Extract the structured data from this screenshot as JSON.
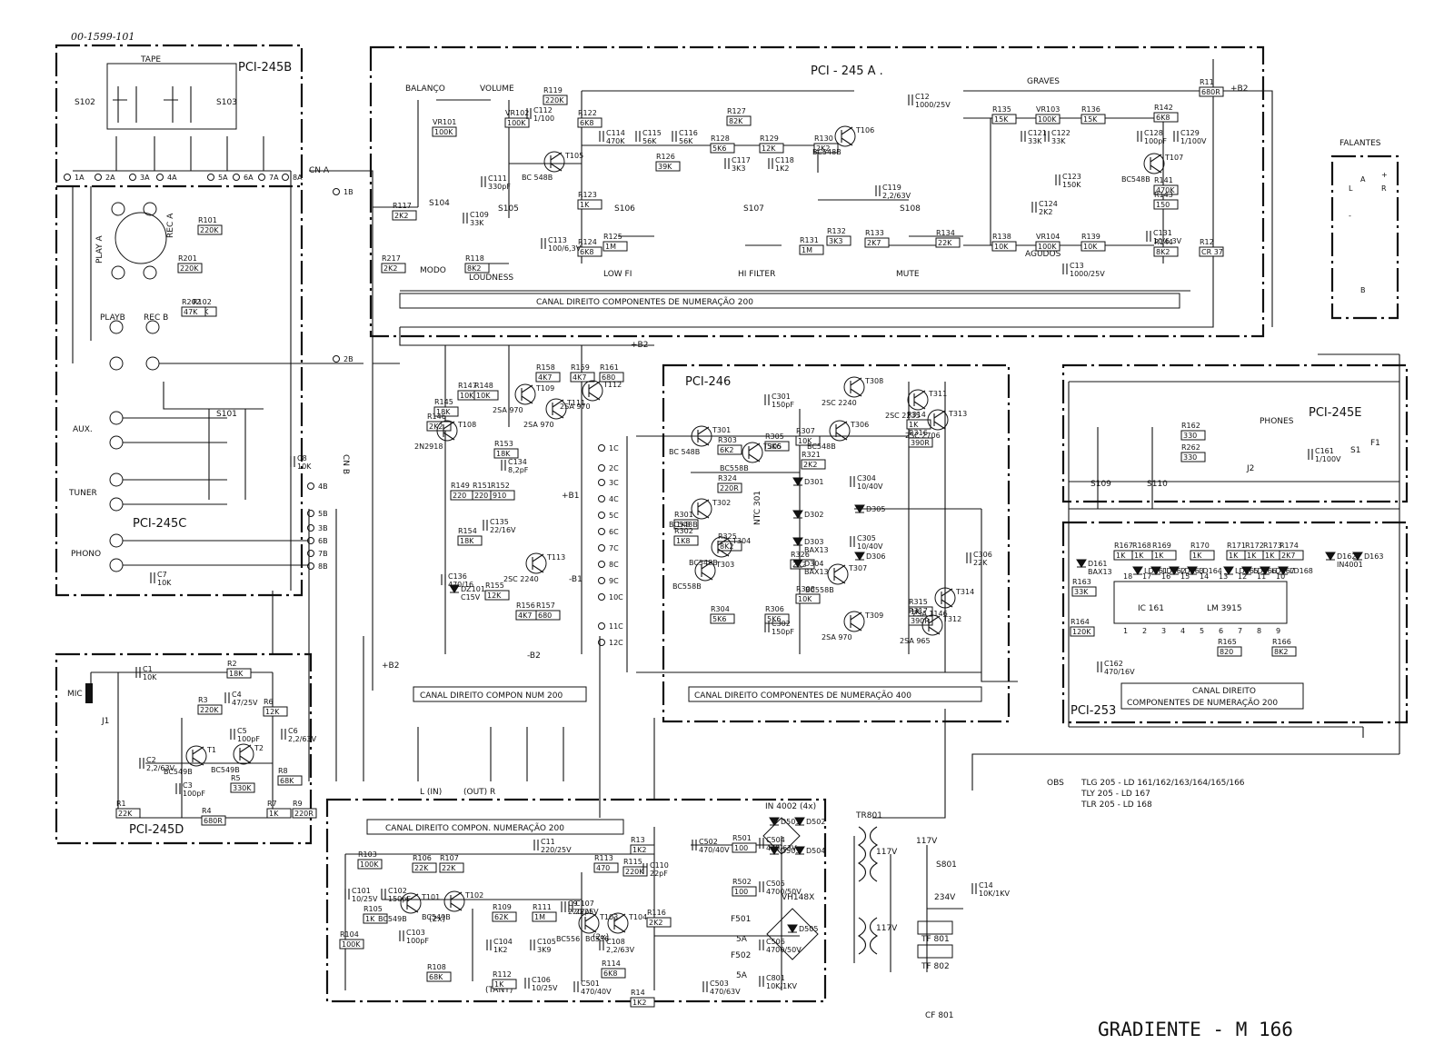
{
  "document_id": "00-1599-101",
  "title": "GRADIENTE - M 166",
  "boards": [
    {
      "key": "b",
      "name": "PCI-245B"
    },
    {
      "key": "a",
      "name": "PCI - 245 A ."
    },
    {
      "key": "c",
      "name": "PCI-245C"
    },
    {
      "key": "d",
      "name": "PCI-245D"
    },
    {
      "key": "pci246",
      "name": "PCI-246"
    },
    {
      "key": "e",
      "name": "PCI-245E"
    },
    {
      "key": "pci253",
      "name": "PCI-253"
    }
  ],
  "channel_notes": [
    "CANAL DIREITO COMPONENTES DE NUMERAÇÃO 200",
    "CANAL DIREITO COMPON NUM 200",
    "CANAL DIREITO COMPONENTES DE NUMERAÇÃO 400",
    "CANAL DIREITO COMPON. NUMERAÇÃO 200",
    "CANAL DIREITO",
    "COMPONENTES DE NUMERAÇÃO 200"
  ],
  "labels": {
    "tape": "TAPE",
    "play_a": "PLAY A",
    "rec_a": "REC A",
    "playb": "PLAYB",
    "rec_b": "REC B",
    "aux": "AUX.",
    "tuner": "TUNER",
    "phono": "PHONO",
    "mic": "MIC",
    "balanco": "BALANÇO",
    "volume": "VOLUME",
    "graves": "GRAVES",
    "agudos": "AGUDOS",
    "modo": "MODO",
    "loudness": "LOUDNESS",
    "low_fi": "LOW FI",
    "hi_filter": "HI FILTER",
    "mute": "MUTE",
    "falantes": "FALANTES",
    "phones": "PHONES",
    "cn_a": "CN A",
    "cn_b": "CN B",
    "b2": "+B2",
    "b2m": "-B2",
    "b1": "+B1",
    "b1m": "-B1",
    "l_in": "L (IN)",
    "out_r": "(OUT) R",
    "ic161": "IC 161",
    "lm3915": "LM 3915",
    "tr801": "TR801",
    "ntc301": "NTC 301",
    "v117a": "117V",
    "v117b": "117V",
    "v117c": "117V",
    "v234": "234V",
    "f501": "F501",
    "f502": "F502",
    "f501_v": "5A",
    "f502_v": "5A",
    "tf801": "TF 801",
    "tf802": "TF 802",
    "cf801": "CF 801",
    "s801": "S801",
    "vh148x": "VH148X",
    "d501": "IN 4002 (4x)",
    "tante": "(TANT)",
    "q_2x": "(2x)",
    "q_2x_b": "(2x)"
  },
  "obs": {
    "heading": "OBS",
    "lines": [
      "TLG 205 - LD 161/162/163/164/165/166",
      "TLY 205 - LD 167",
      "TLR 205 - LD 168"
    ]
  },
  "components": [
    {
      "ref": "R117",
      "value": "2K2"
    },
    {
      "ref": "R217",
      "value": "2K2"
    },
    {
      "ref": "R118",
      "value": "8K2"
    },
    {
      "ref": "R119",
      "value": "220K"
    },
    {
      "ref": "R122",
      "value": "6K8"
    },
    {
      "ref": "R123",
      "value": "1K"
    },
    {
      "ref": "R124",
      "value": "6K8"
    },
    {
      "ref": "R125",
      "value": "1M"
    },
    {
      "ref": "R126",
      "value": "39K"
    },
    {
      "ref": "R127",
      "value": "82K"
    },
    {
      "ref": "R128",
      "value": "5K6"
    },
    {
      "ref": "R129",
      "value": "12K"
    },
    {
      "ref": "R130",
      "value": "2K2"
    },
    {
      "ref": "R131",
      "value": "1M"
    },
    {
      "ref": "R132",
      "value": "3K3"
    },
    {
      "ref": "R133",
      "value": "2K7"
    },
    {
      "ref": "R134",
      "value": "22K"
    },
    {
      "ref": "R135",
      "value": "15K"
    },
    {
      "ref": "R136",
      "value": "15K"
    },
    {
      "ref": "R138",
      "value": "10K"
    },
    {
      "ref": "R139",
      "value": "10K"
    },
    {
      "ref": "R141",
      "value": "470K"
    },
    {
      "ref": "R142",
      "value": "6K8"
    },
    {
      "ref": "R143",
      "value": "150"
    },
    {
      "ref": "R144",
      "value": "8K2"
    },
    {
      "ref": "R11",
      "value": "680R"
    },
    {
      "ref": "R12",
      "value": "CR 37"
    },
    {
      "ref": "VR101",
      "value": "100K"
    },
    {
      "ref": "VR102",
      "value": "100K"
    },
    {
      "ref": "VR103",
      "value": "100K"
    },
    {
      "ref": "VR104",
      "value": "100K"
    },
    {
      "ref": "R101",
      "value": "220K"
    },
    {
      "ref": "R102",
      "value": "47K"
    },
    {
      "ref": "R201",
      "value": "220K"
    },
    {
      "ref": "R202",
      "value": "47K"
    },
    {
      "ref": "R145",
      "value": "18K"
    },
    {
      "ref": "R146",
      "value": "2K2"
    },
    {
      "ref": "R147",
      "value": "10K"
    },
    {
      "ref": "R148",
      "value": "10K"
    },
    {
      "ref": "R149",
      "value": "220"
    },
    {
      "ref": "R151",
      "value": "220"
    },
    {
      "ref": "R152",
      "value": "910"
    },
    {
      "ref": "R153",
      "value": "18K"
    },
    {
      "ref": "R154",
      "value": "18K"
    },
    {
      "ref": "R155",
      "value": "12K"
    },
    {
      "ref": "R156",
      "value": "4K7"
    },
    {
      "ref": "R157",
      "value": "680"
    },
    {
      "ref": "R158",
      "value": "4K7"
    },
    {
      "ref": "R159",
      "value": "4K7"
    },
    {
      "ref": "R161",
      "value": "680"
    },
    {
      "ref": "R301",
      "value": "1K8"
    },
    {
      "ref": "R302",
      "value": "1K8"
    },
    {
      "ref": "R303",
      "value": "6K2"
    },
    {
      "ref": "R304",
      "value": "5K6"
    },
    {
      "ref": "R305",
      "value": "5K6"
    },
    {
      "ref": "R306",
      "value": "5K6"
    },
    {
      "ref": "R307",
      "value": "10K"
    },
    {
      "ref": "R308",
      "value": "10K"
    },
    {
      "ref": "R314",
      "value": "1K"
    },
    {
      "ref": "R315",
      "value": "1K"
    },
    {
      "ref": "R316",
      "value": "390R"
    },
    {
      "ref": "R317",
      "value": "390R"
    },
    {
      "ref": "R321",
      "value": "2K2"
    },
    {
      "ref": "R324",
      "value": "220R"
    },
    {
      "ref": "R325",
      "value": "8K2"
    },
    {
      "ref": "R326",
      "value": "2K2"
    },
    {
      "ref": "R2",
      "value": "18K"
    },
    {
      "ref": "R3",
      "value": "220K"
    },
    {
      "ref": "R4",
      "value": "680R"
    },
    {
      "ref": "R5",
      "value": "330K"
    },
    {
      "ref": "R6",
      "value": "12K"
    },
    {
      "ref": "R7",
      "value": "1K"
    },
    {
      "ref": "R8",
      "value": "68K"
    },
    {
      "ref": "R9",
      "value": "220R"
    },
    {
      "ref": "R1",
      "value": "22K"
    },
    {
      "ref": "R103",
      "value": "100K"
    },
    {
      "ref": "R104",
      "value": "100K"
    },
    {
      "ref": "R105",
      "value": "1K"
    },
    {
      "ref": "R106",
      "value": "22K"
    },
    {
      "ref": "R107",
      "value": "22K"
    },
    {
      "ref": "R108",
      "value": "68K"
    },
    {
      "ref": "R109",
      "value": "62K"
    },
    {
      "ref": "R111",
      "value": "1M"
    },
    {
      "ref": "R112",
      "value": "1K"
    },
    {
      "ref": "R113",
      "value": "470"
    },
    {
      "ref": "R114",
      "value": "6K8"
    },
    {
      "ref": "R115",
      "value": "220K"
    },
    {
      "ref": "R116",
      "value": "2K2"
    },
    {
      "ref": "R13",
      "value": "1K2"
    },
    {
      "ref": "R14",
      "value": "1K2"
    },
    {
      "ref": "R501",
      "value": "100"
    },
    {
      "ref": "R502",
      "value": "100"
    },
    {
      "ref": "R162",
      "value": "330"
    },
    {
      "ref": "R262",
      "value": "330"
    },
    {
      "ref": "R163",
      "value": "33K"
    },
    {
      "ref": "R164",
      "value": "120K"
    },
    {
      "ref": "R165",
      "value": "820"
    },
    {
      "ref": "R166",
      "value": "8K2"
    },
    {
      "ref": "R167",
      "value": "1K"
    },
    {
      "ref": "R168",
      "value": "1K"
    },
    {
      "ref": "R169",
      "value": "1K"
    },
    {
      "ref": "R170",
      "value": "1K"
    },
    {
      "ref": "R171",
      "value": "1K"
    },
    {
      "ref": "R172",
      "value": "1K"
    },
    {
      "ref": "R173",
      "value": "1K"
    },
    {
      "ref": "R174",
      "value": "2K7"
    }
  ],
  "transistors": [
    {
      "ref": "T105",
      "type": "BC 548B"
    },
    {
      "ref": "T106",
      "type": "BC548B"
    },
    {
      "ref": "T107",
      "type": "BC548B"
    },
    {
      "ref": "T108",
      "type": "2N2918"
    },
    {
      "ref": "T109",
      "type": "2SA 970"
    },
    {
      "ref": "T111",
      "type": "2SA 970"
    },
    {
      "ref": "T112",
      "type": "2SA 970"
    },
    {
      "ref": "T113",
      "type": "2SC 2240"
    },
    {
      "ref": "T301",
      "type": "BC 548B"
    },
    {
      "ref": "T302",
      "type": "BC548B"
    },
    {
      "ref": "T303",
      "type": "BC558B"
    },
    {
      "ref": "T304",
      "type": "BC548B"
    },
    {
      "ref": "T305",
      "type": "BC558B"
    },
    {
      "ref": "T306",
      "type": "BC548B"
    },
    {
      "ref": "T307",
      "type": "BC558B"
    },
    {
      "ref": "T308",
      "type": "2SC 2240"
    },
    {
      "ref": "T309",
      "type": "2SA 970"
    },
    {
      "ref": "T311",
      "type": "2SC 2235"
    },
    {
      "ref": "T312",
      "type": "2SA 965"
    },
    {
      "ref": "T313",
      "type": "2SC 2706"
    },
    {
      "ref": "T314",
      "type": "2SA 1146"
    },
    {
      "ref": "T1",
      "type": "BC549B"
    },
    {
      "ref": "T2",
      "type": "BC549B"
    },
    {
      "ref": "T101",
      "type": "BC549B"
    },
    {
      "ref": "T102",
      "type": "BC549B"
    },
    {
      "ref": "T103",
      "type": "BC556"
    },
    {
      "ref": "T104",
      "type": "BC556"
    }
  ],
  "capacitors": [
    {
      "ref": "C112",
      "value": "1/100"
    },
    {
      "ref": "C111",
      "value": "330pF"
    },
    {
      "ref": "C113",
      "value": "100/6,3V"
    },
    {
      "ref": "C109",
      "value": "33K"
    },
    {
      "ref": "C114",
      "value": "470K"
    },
    {
      "ref": "C115",
      "value": "56K"
    },
    {
      "ref": "C116",
      "value": "56K"
    },
    {
      "ref": "C117",
      "value": "3K3"
    },
    {
      "ref": "C118",
      "value": "1K2"
    },
    {
      "ref": "C119",
      "value": "2,2/63V"
    },
    {
      "ref": "C12",
      "value": "1000/25V"
    },
    {
      "ref": "C13",
      "value": "1000/25V"
    },
    {
      "ref": "C121",
      "value": "33K"
    },
    {
      "ref": "C122",
      "value": "33K"
    },
    {
      "ref": "C123",
      "value": "150K"
    },
    {
      "ref": "C124",
      "value": "2K2"
    },
    {
      "ref": "C128",
      "value": "100pF"
    },
    {
      "ref": "C129",
      "value": "1/100V"
    },
    {
      "ref": "C131",
      "value": "10/6,3V"
    },
    {
      "ref": "C134",
      "value": "8,2pF"
    },
    {
      "ref": "C135",
      "value": "22/16V"
    },
    {
      "ref": "C136",
      "value": "470/16"
    },
    {
      "ref": "C301",
      "value": "150pF"
    },
    {
      "ref": "C302",
      "value": "150pF"
    },
    {
      "ref": "C304",
      "value": "10/40V"
    },
    {
      "ref": "C305",
      "value": "10/40V"
    },
    {
      "ref": "C306",
      "value": "22K"
    },
    {
      "ref": "C8",
      "value": "10K"
    },
    {
      "ref": "C7",
      "value": "10K"
    },
    {
      "ref": "C1",
      "value": "10K"
    },
    {
      "ref": "C2",
      "value": "2,2/63V"
    },
    {
      "ref": "C3",
      "value": "100pF"
    },
    {
      "ref": "C4",
      "value": "47/25V"
    },
    {
      "ref": "C5",
      "value": "100pF"
    },
    {
      "ref": "C6",
      "value": "2,2/63V"
    },
    {
      "ref": "C101",
      "value": "10/25V"
    },
    {
      "ref": "C102",
      "value": "150pF"
    },
    {
      "ref": "C103",
      "value": "100pF"
    },
    {
      "ref": "C104",
      "value": "1K2"
    },
    {
      "ref": "C105",
      "value": "3K9"
    },
    {
      "ref": "C106",
      "value": "10/25V"
    },
    {
      "ref": "C107",
      "value": "22pF"
    },
    {
      "ref": "C108",
      "value": "2,2/63V"
    },
    {
      "ref": "C110",
      "value": "22pF"
    },
    {
      "ref": "C9",
      "value": "220/25V"
    },
    {
      "ref": "C11",
      "value": "220/25V"
    },
    {
      "ref": "C501",
      "value": "470/40V"
    },
    {
      "ref": "C502",
      "value": "470/40V"
    },
    {
      "ref": "C503",
      "value": "470/63V"
    },
    {
      "ref": "C504",
      "value": "470/63V"
    },
    {
      "ref": "C505",
      "value": "4700/50V"
    },
    {
      "ref": "C506",
      "value": "4700/50V"
    },
    {
      "ref": "C801",
      "value": "10K/1KV"
    },
    {
      "ref": "C14",
      "value": "10K/1KV"
    },
    {
      "ref": "C161",
      "value": "1/100V"
    },
    {
      "ref": "C162",
      "value": "470/16V"
    }
  ],
  "diodes": [
    {
      "ref": "D301",
      "type": ""
    },
    {
      "ref": "D302",
      "type": ""
    },
    {
      "ref": "D303",
      "type": "BAX13"
    },
    {
      "ref": "D304",
      "type": "BAX13"
    },
    {
      "ref": "D305",
      "type": ""
    },
    {
      "ref": "D306",
      "type": ""
    },
    {
      "ref": "DZ101",
      "type": "C15V"
    },
    {
      "ref": "D161",
      "type": "BAX13"
    },
    {
      "ref": "D162",
      "type": "IN4001"
    },
    {
      "ref": "D163",
      "type": ""
    },
    {
      "ref": "D501",
      "type": ""
    },
    {
      "ref": "D502",
      "type": ""
    },
    {
      "ref": "D503",
      "type": ""
    },
    {
      "ref": "D504",
      "type": ""
    },
    {
      "ref": "D505",
      "type": ""
    },
    {
      "ref": "LD161",
      "type": ""
    },
    {
      "ref": "LD162",
      "type": ""
    },
    {
      "ref": "LD163",
      "type": ""
    },
    {
      "ref": "LD164",
      "type": ""
    },
    {
      "ref": "LD165",
      "type": ""
    },
    {
      "ref": "LD166",
      "type": ""
    },
    {
      "ref": "LD167",
      "type": ""
    },
    {
      "ref": "LD168",
      "type": ""
    }
  ],
  "switches": [
    "S102",
    "S103",
    "S104",
    "S105",
    "S106",
    "S107",
    "S108",
    "S101",
    "S109",
    "S110",
    "S1",
    "J1",
    "J2",
    "F1"
  ],
  "connectors": [
    "1A",
    "2A",
    "3A",
    "4A",
    "5A",
    "6A",
    "7A",
    "8A",
    "1B",
    "2B",
    "4B",
    "5B",
    "3B",
    "6B",
    "7B",
    "8B",
    "1C",
    "2C",
    "3C",
    "4C",
    "5C",
    "6C",
    "7C",
    "8C",
    "9C",
    "10C",
    "11C",
    "12C"
  ],
  "ic_pins": [
    "18",
    "17",
    "16",
    "15",
    "14",
    "13",
    "12",
    "11",
    "10",
    "1",
    "2",
    "3",
    "4",
    "5",
    "6",
    "7",
    "8",
    "9"
  ],
  "speaker_terms": [
    "A",
    "B",
    "L",
    "R",
    "+",
    "-"
  ]
}
